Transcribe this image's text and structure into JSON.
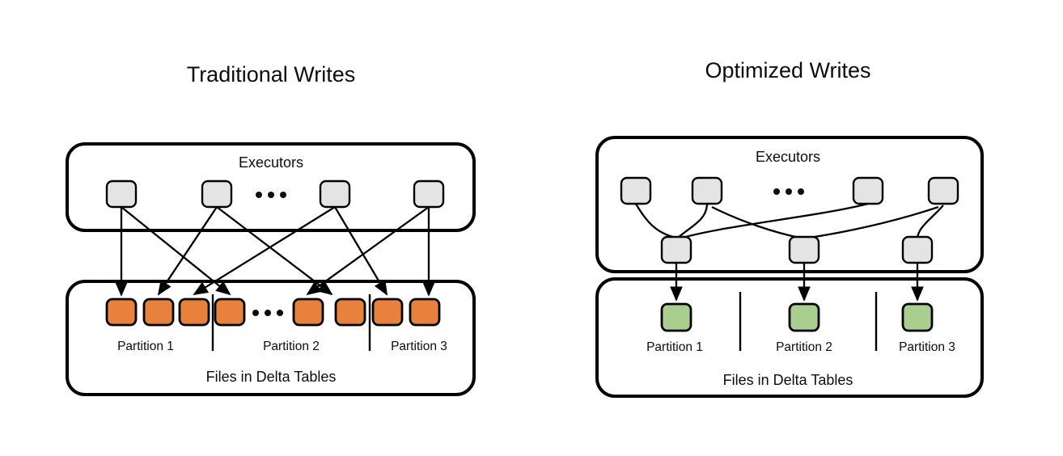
{
  "panels": [
    {
      "id": "traditional",
      "title": "Traditional Writes",
      "executors_label": "Executors",
      "files_label": "Files in Delta Tables",
      "node_color": "#e4e4e4",
      "file_color": "#e8813c",
      "ellipsis": "• • •",
      "executors": [
        {
          "name": "executor-1"
        },
        {
          "name": "executor-2"
        },
        {
          "name": "executor-3"
        },
        {
          "name": "executor-4"
        }
      ],
      "files": [
        {
          "name": "file-1"
        },
        {
          "name": "file-2"
        },
        {
          "name": "file-3"
        },
        {
          "name": "file-4"
        },
        {
          "name": "file-5"
        },
        {
          "name": "file-6"
        },
        {
          "name": "file-7"
        },
        {
          "name": "file-8"
        }
      ],
      "partitions": [
        {
          "label": "Partition 1"
        },
        {
          "label": "Partition 2"
        },
        {
          "label": "Partition 3"
        }
      ]
    },
    {
      "id": "optimized",
      "title": "Optimized Writes",
      "executors_label": "Executors",
      "files_label": "Files in Delta Tables",
      "node_color": "#e4e4e4",
      "file_color": "#a9ce8e",
      "ellipsis": "• • •",
      "executors": [
        {
          "name": "executor-1"
        },
        {
          "name": "executor-2"
        },
        {
          "name": "executor-3"
        },
        {
          "name": "executor-4"
        }
      ],
      "shuffle_nodes": [
        {
          "name": "shuffle-node-1"
        },
        {
          "name": "shuffle-node-2"
        },
        {
          "name": "shuffle-node-3"
        }
      ],
      "files": [
        {
          "name": "file-1"
        },
        {
          "name": "file-2"
        },
        {
          "name": "file-3"
        }
      ],
      "partitions": [
        {
          "label": "Partition 1"
        },
        {
          "label": "Partition 2"
        },
        {
          "label": "Partition 3"
        }
      ]
    }
  ],
  "colors": {
    "background": "#ffffff",
    "stroke": "#000000",
    "text": "#0d0d0d",
    "node_gray": "#e4e4e4",
    "file_orange": "#e8813c",
    "file_green": "#a9ce8e"
  }
}
